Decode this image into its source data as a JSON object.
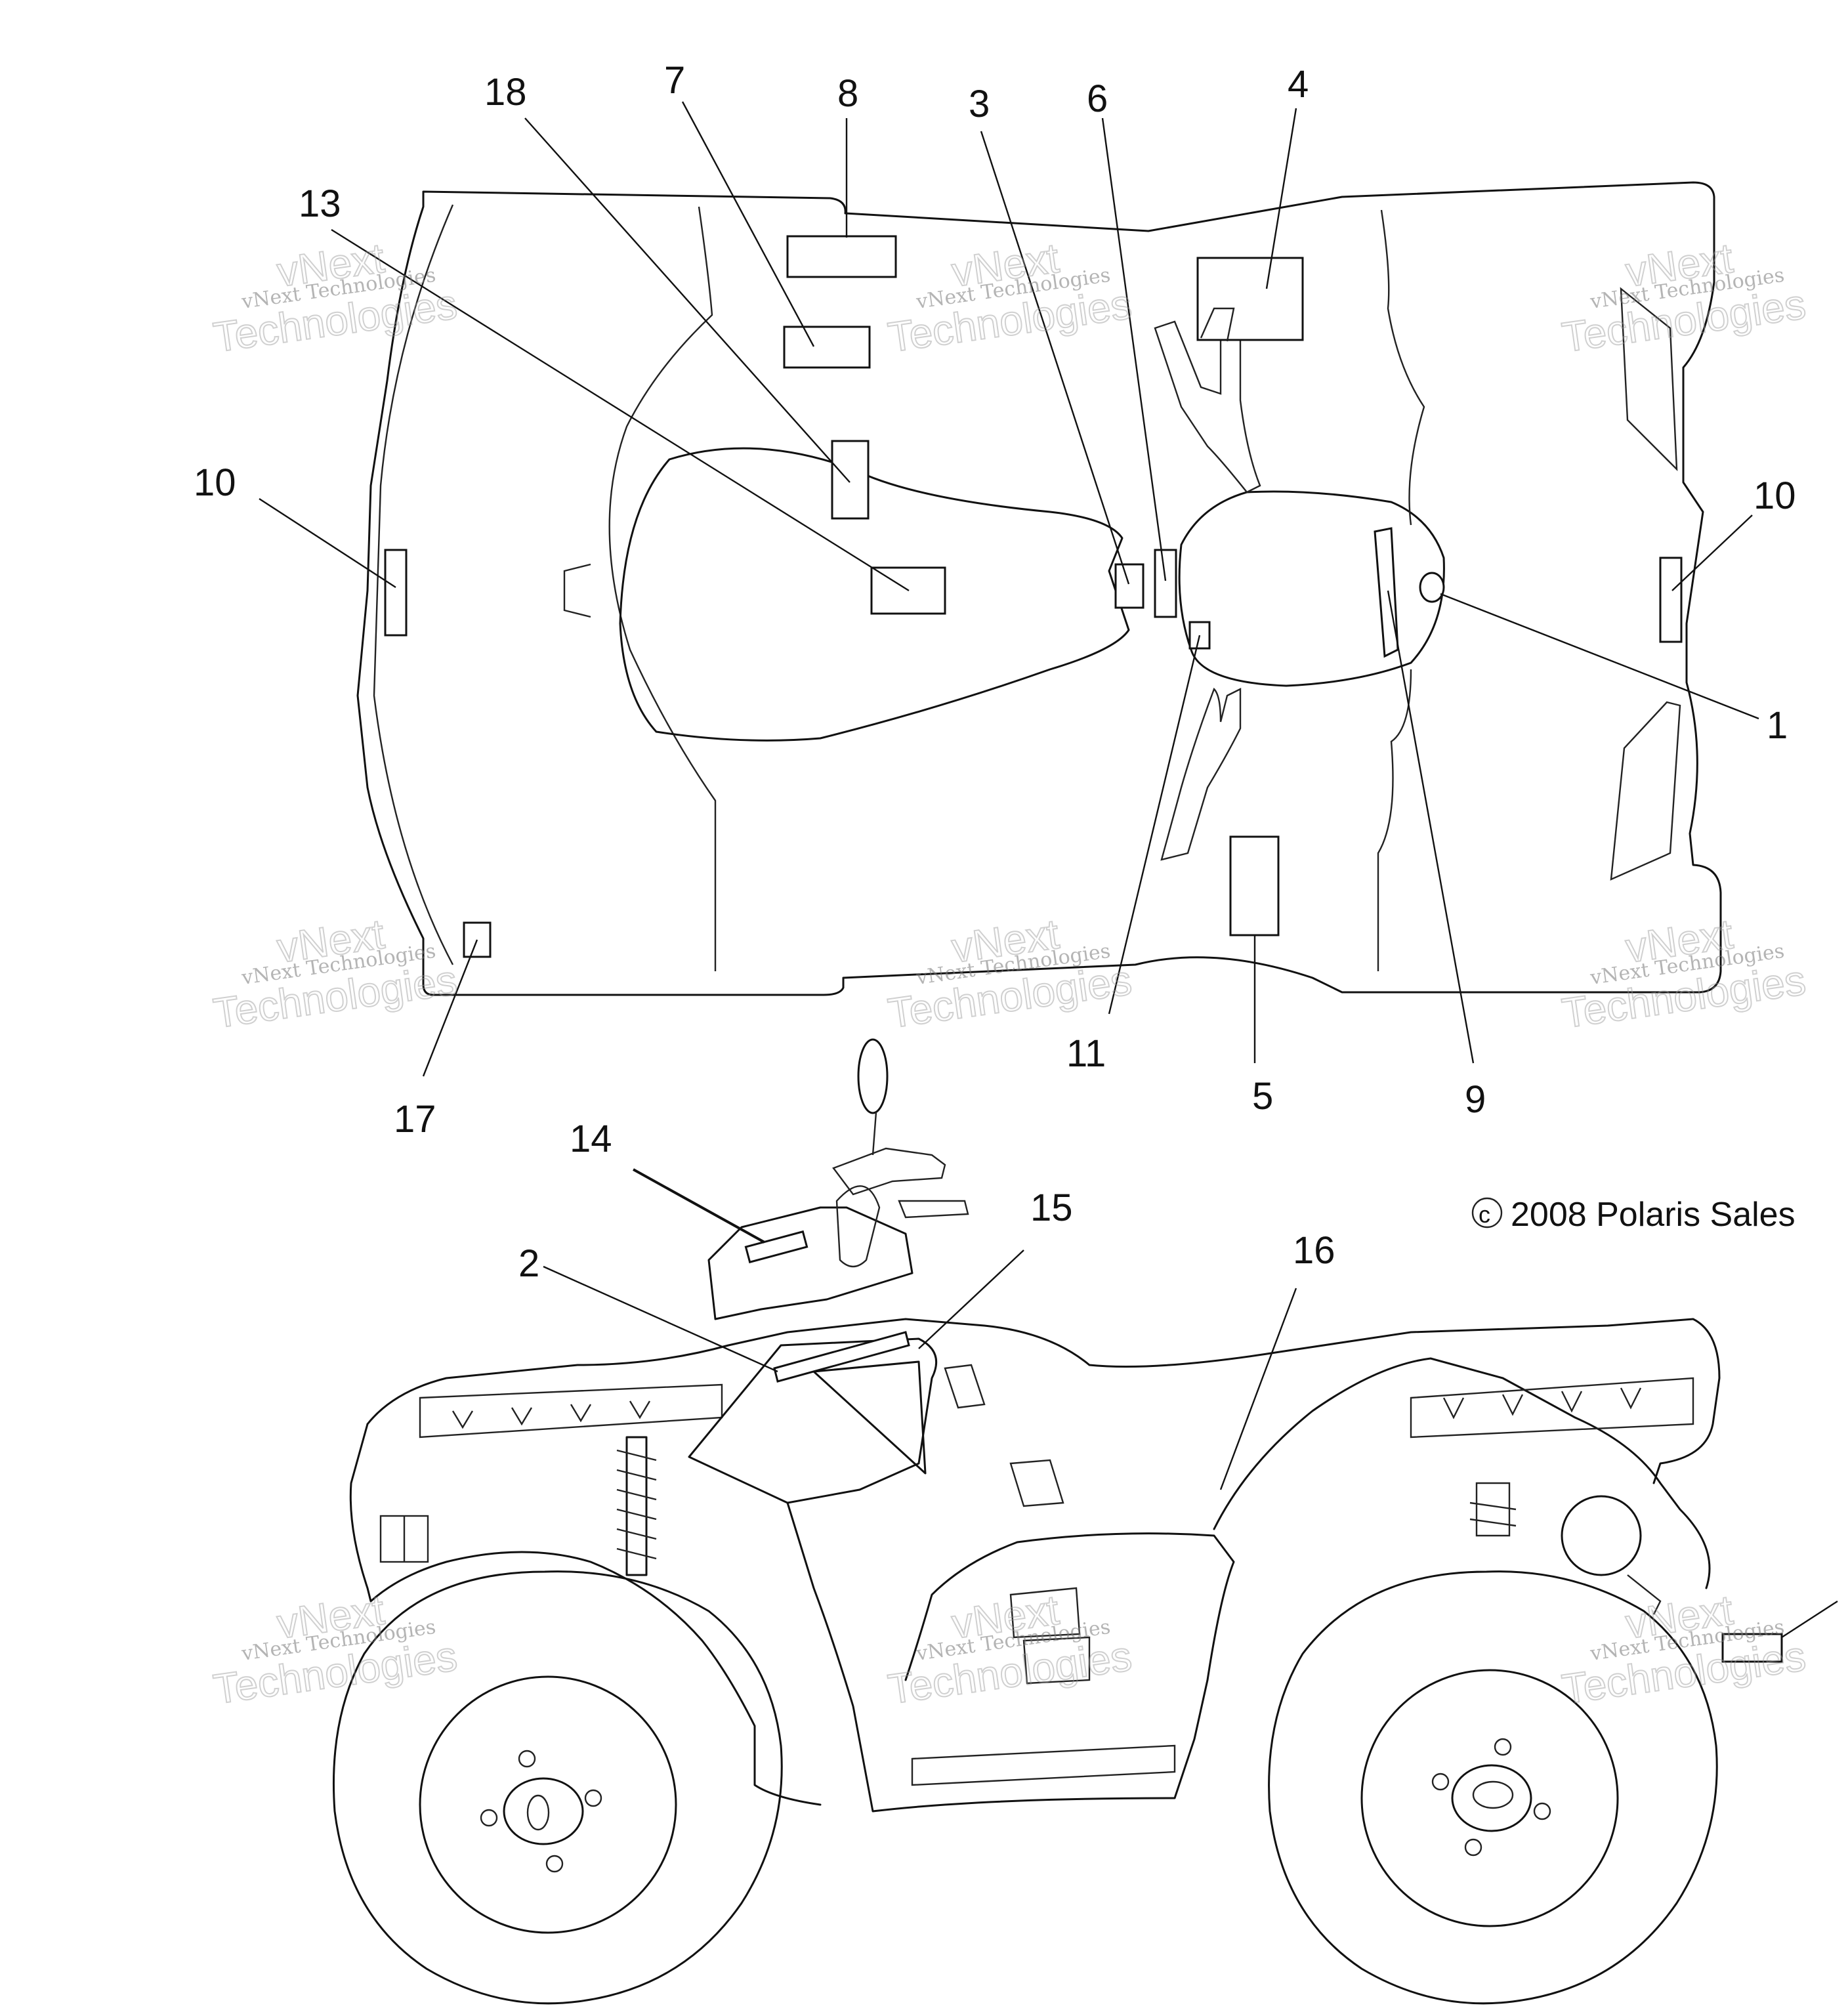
{
  "callouts": {
    "c1": "1",
    "c2": "2",
    "c3": "3",
    "c4": "4",
    "c5": "5",
    "c6": "6",
    "c7": "7",
    "c8": "8",
    "c9": "9",
    "c10a": "10",
    "c10b": "10",
    "c11": "11",
    "c13": "13",
    "c14": "14",
    "c15": "15",
    "c16": "16",
    "c17": "17",
    "c18": "18"
  },
  "copyright": "2008 Polaris Sales",
  "copyright_symbol": "c",
  "watermark": {
    "small": "vNext Technologies",
    "line1": "vNext",
    "line2": "Technologies"
  }
}
